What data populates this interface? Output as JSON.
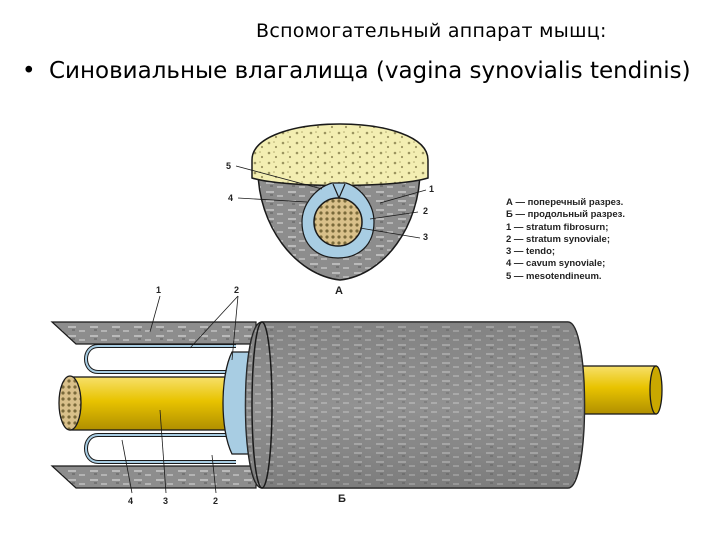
{
  "slide": {
    "header": "Вспомогательный аппарат мышц:",
    "bullet_char": "•",
    "bullet_text": "Синовиальные влагалища (vagina synovialis tendinis)"
  },
  "figure_a": {
    "caption": "А",
    "labels": {
      "l5": "5",
      "l4": "4",
      "l1": "1",
      "l2": "2",
      "l3": "3"
    }
  },
  "figure_b": {
    "caption": "Б",
    "labels": {
      "top1": "1",
      "top2": "2",
      "bot4": "4",
      "bot3": "3",
      "bot2": "2"
    }
  },
  "legend": [
    "А — поперечный разрез.",
    "Б — продольный разрез.",
    "1 — stratum fibrosurn;",
    "2 — stratum synoviale;",
    "3 — tendo;",
    "4 — cavum synoviale;",
    "5 — mesotendineum."
  ],
  "colors": {
    "bone": "#f3eeb2",
    "tendon": "#e6c200",
    "synovial": "#a8cde3",
    "sheath": "#8a8a8a",
    "outline": "#1a1a1a"
  }
}
